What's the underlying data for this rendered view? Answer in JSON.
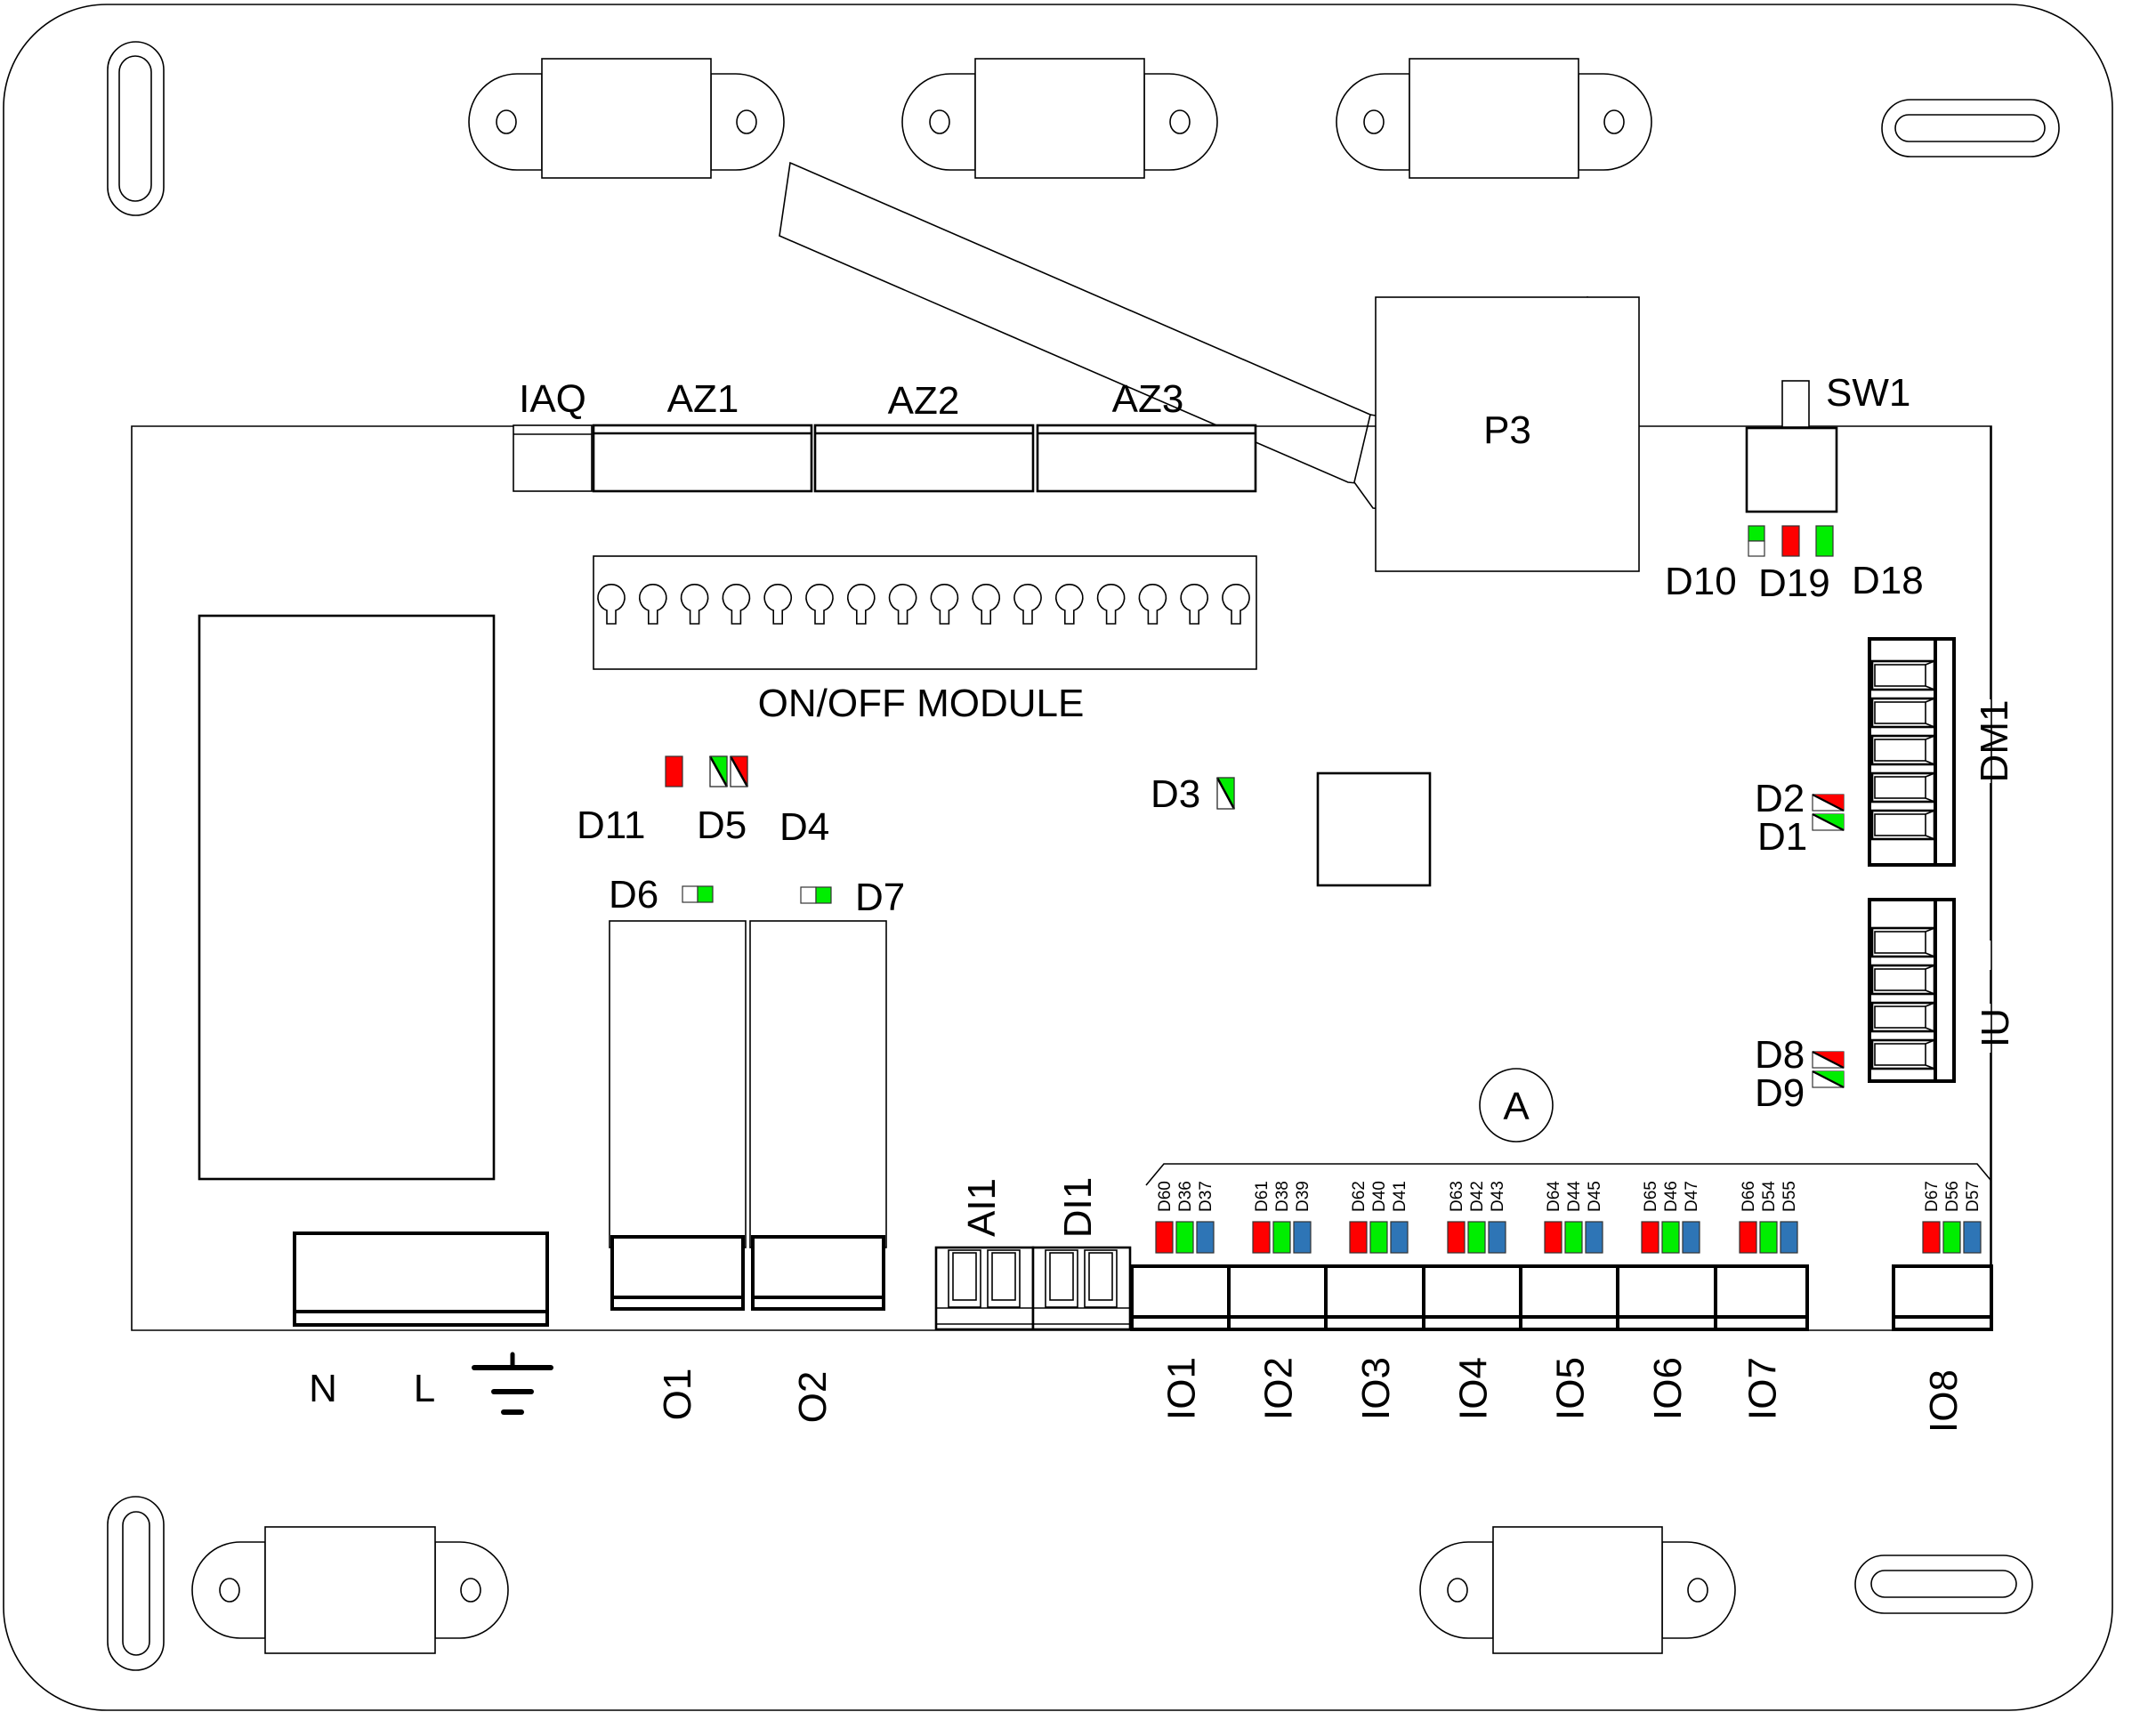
{
  "colors": {
    "led_red": "#ff0000",
    "led_green": "#00ee00",
    "led_blue": "#2e75b6",
    "line": "#000000",
    "background": "#ffffff"
  },
  "top_connectors": [
    {
      "id": "iaq",
      "label": "IAQ"
    },
    {
      "id": "az1",
      "label": "AZ1"
    },
    {
      "id": "az2",
      "label": "AZ2"
    },
    {
      "id": "az3",
      "label": "AZ3"
    }
  ],
  "antenna_module": {
    "label": "P3"
  },
  "switch": {
    "label": "SW1"
  },
  "status_leds": [
    {
      "id": "d10",
      "label": "D10",
      "style": "half-green"
    },
    {
      "id": "d19",
      "label": "D19",
      "style": "red"
    },
    {
      "id": "d18",
      "label": "D18",
      "style": "green"
    }
  ],
  "on_off_module": {
    "label": "ON/OFF MODULE",
    "pin_count": 16
  },
  "relay_leds": [
    {
      "id": "d11",
      "label": "D11",
      "style": "red"
    },
    {
      "id": "d5",
      "label": "D5",
      "style": "diag-green"
    },
    {
      "id": "d4",
      "label": "D4",
      "style": "diag-red"
    },
    {
      "id": "d3",
      "label": "D3",
      "style": "diag-green"
    },
    {
      "id": "d6",
      "label": "D6",
      "style": "half-green-right"
    },
    {
      "id": "d7",
      "label": "D7",
      "style": "half-green-right"
    }
  ],
  "side_connectors": [
    {
      "id": "dm1",
      "label": "DM1",
      "leds": [
        {
          "label": "D2",
          "style": "diag-red"
        },
        {
          "label": "D1",
          "style": "diag-green"
        }
      ]
    },
    {
      "id": "iu",
      "label": "IU",
      "leds": [
        {
          "label": "D8",
          "style": "diag-red"
        },
        {
          "label": "D9",
          "style": "diag-green"
        }
      ]
    }
  ],
  "callout": {
    "label": "A"
  },
  "power_terminal": {
    "labels": [
      "N",
      "L"
    ],
    "ground_symbol": "ground-icon"
  },
  "relay_outputs": [
    {
      "id": "o1",
      "label": "O1"
    },
    {
      "id": "o2",
      "label": "O2"
    }
  ],
  "inputs": [
    {
      "id": "ai1",
      "label": "AI1"
    },
    {
      "id": "di1",
      "label": "DI1"
    }
  ],
  "io_ports": [
    {
      "label": "IO1",
      "leds": [
        "D60",
        "D36",
        "D37"
      ]
    },
    {
      "label": "IO2",
      "leds": [
        "D61",
        "D38",
        "D39"
      ]
    },
    {
      "label": "IO3",
      "leds": [
        "D62",
        "D40",
        "D41"
      ]
    },
    {
      "label": "IO4",
      "leds": [
        "D63",
        "D42",
        "D43"
      ]
    },
    {
      "label": "IO5",
      "leds": [
        "D64",
        "D44",
        "D45"
      ]
    },
    {
      "label": "IO6",
      "leds": [
        "D65",
        "D46",
        "D47"
      ]
    },
    {
      "label": "IO7",
      "leds": [
        "D66",
        "D54",
        "D55"
      ]
    },
    {
      "label": "IO8",
      "leds": [
        "D67",
        "D56",
        "D57"
      ]
    }
  ]
}
